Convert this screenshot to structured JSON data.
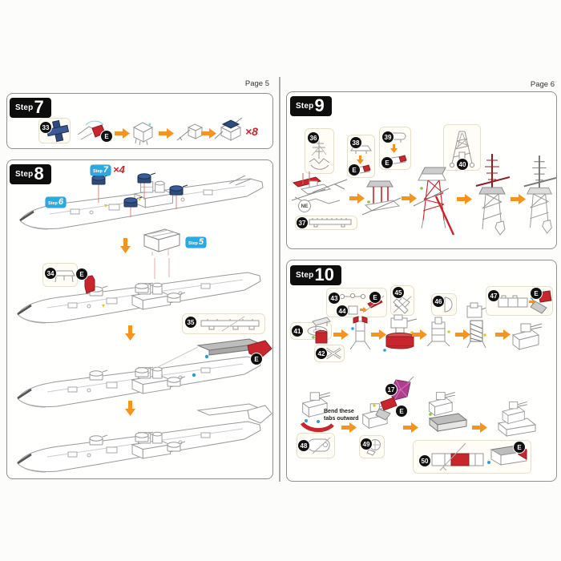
{
  "pages": {
    "left": "Page 5",
    "right": "Page 6"
  },
  "step_headers": {
    "s7": {
      "word": "Step",
      "num": "7"
    },
    "s8": {
      "word": "Step",
      "num": "8"
    },
    "s9": {
      "word": "Step",
      "num": "9"
    },
    "s10": {
      "word": "Step",
      "num": "10"
    }
  },
  "step7": {
    "repeat": "×8"
  },
  "step8": {
    "tag_step7": {
      "word": "Step",
      "num": "7"
    },
    "tag_step7_repeat": "×4",
    "tag_step6": {
      "word": "Step",
      "num": "6"
    },
    "tag_step5": {
      "word": "Step",
      "num": "5"
    }
  },
  "step9": {
    "edge_label": "NE"
  },
  "step10": {
    "note_line1": "Bend these",
    "note_line2": "tabs outward"
  },
  "fastener": "E",
  "parts": {
    "17": "17",
    "33": "33",
    "34": "34",
    "35": "35",
    "36": "36",
    "37": "37",
    "38": "38",
    "39": "39",
    "40": "40",
    "41": "41",
    "42": "42",
    "43": "43",
    "44": "44",
    "45": "45",
    "46": "46",
    "47": "47",
    "48": "48",
    "49": "49",
    "50": "50"
  },
  "colors": {
    "arrow_orange": "#F7941D",
    "highlight_red": "#C9252C",
    "dark_red": "#8C1F24",
    "turret_navy": "#2F4B7C",
    "tag_blue": "#29ABE2",
    "part_magenta": "#B03E8E",
    "gray_part": "#BDBDBD",
    "badge_black": "#111111",
    "dot_blue": "#2E9BD6",
    "dot_green": "#8BC53F"
  }
}
